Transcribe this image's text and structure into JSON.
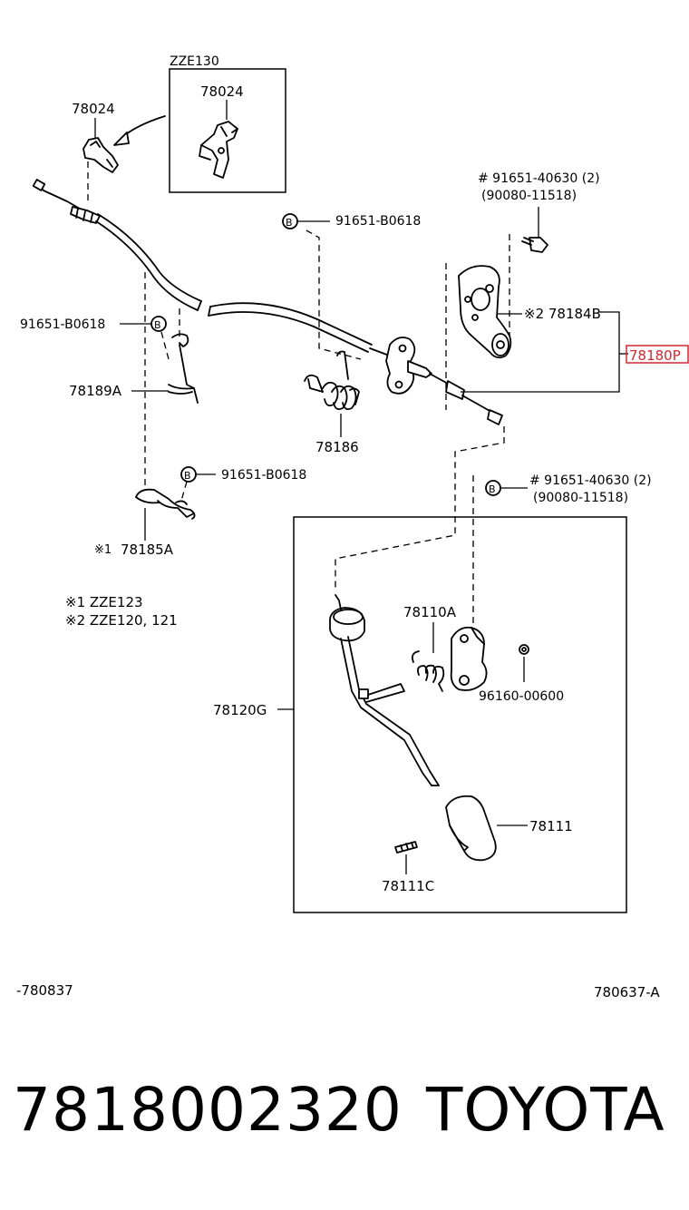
{
  "diagram": {
    "inset_model": "ZZE130",
    "labels": {
      "p78024_left": "78024",
      "p78024_inset": "78024",
      "bolt_top": "91651-B0618",
      "bolt_left": "91651-B0618",
      "bolt_mid": "91651-B0618",
      "bolt_right_top_1": "# 91651-40630 (2)",
      "bolt_right_top_2": "(90080-11518)",
      "bolt_right_mid_1": "# 91651-40630 (2)",
      "bolt_right_mid_2": "(90080-11518)",
      "p78184B": "※2 78184B",
      "p78180P": "78180P",
      "p78189A": "78189A",
      "p78186": "78186",
      "p78185A_mark": "※1",
      "p78185A": "78185A",
      "p78110A": "78110A",
      "p96160": "96160-00600",
      "p78120G": "78120G",
      "p78111": "78111",
      "p78111C": "78111C",
      "bolt_symbol": "B"
    },
    "notes": [
      "※1 ZZE123",
      "※2 ZZE120, 121"
    ],
    "footer_left": "-780837",
    "footer_right": "780637-A"
  },
  "part_number": "7818002320",
  "brand": "TOYOTA",
  "colors": {
    "highlight": "#d0282e",
    "ink": "#000000"
  }
}
